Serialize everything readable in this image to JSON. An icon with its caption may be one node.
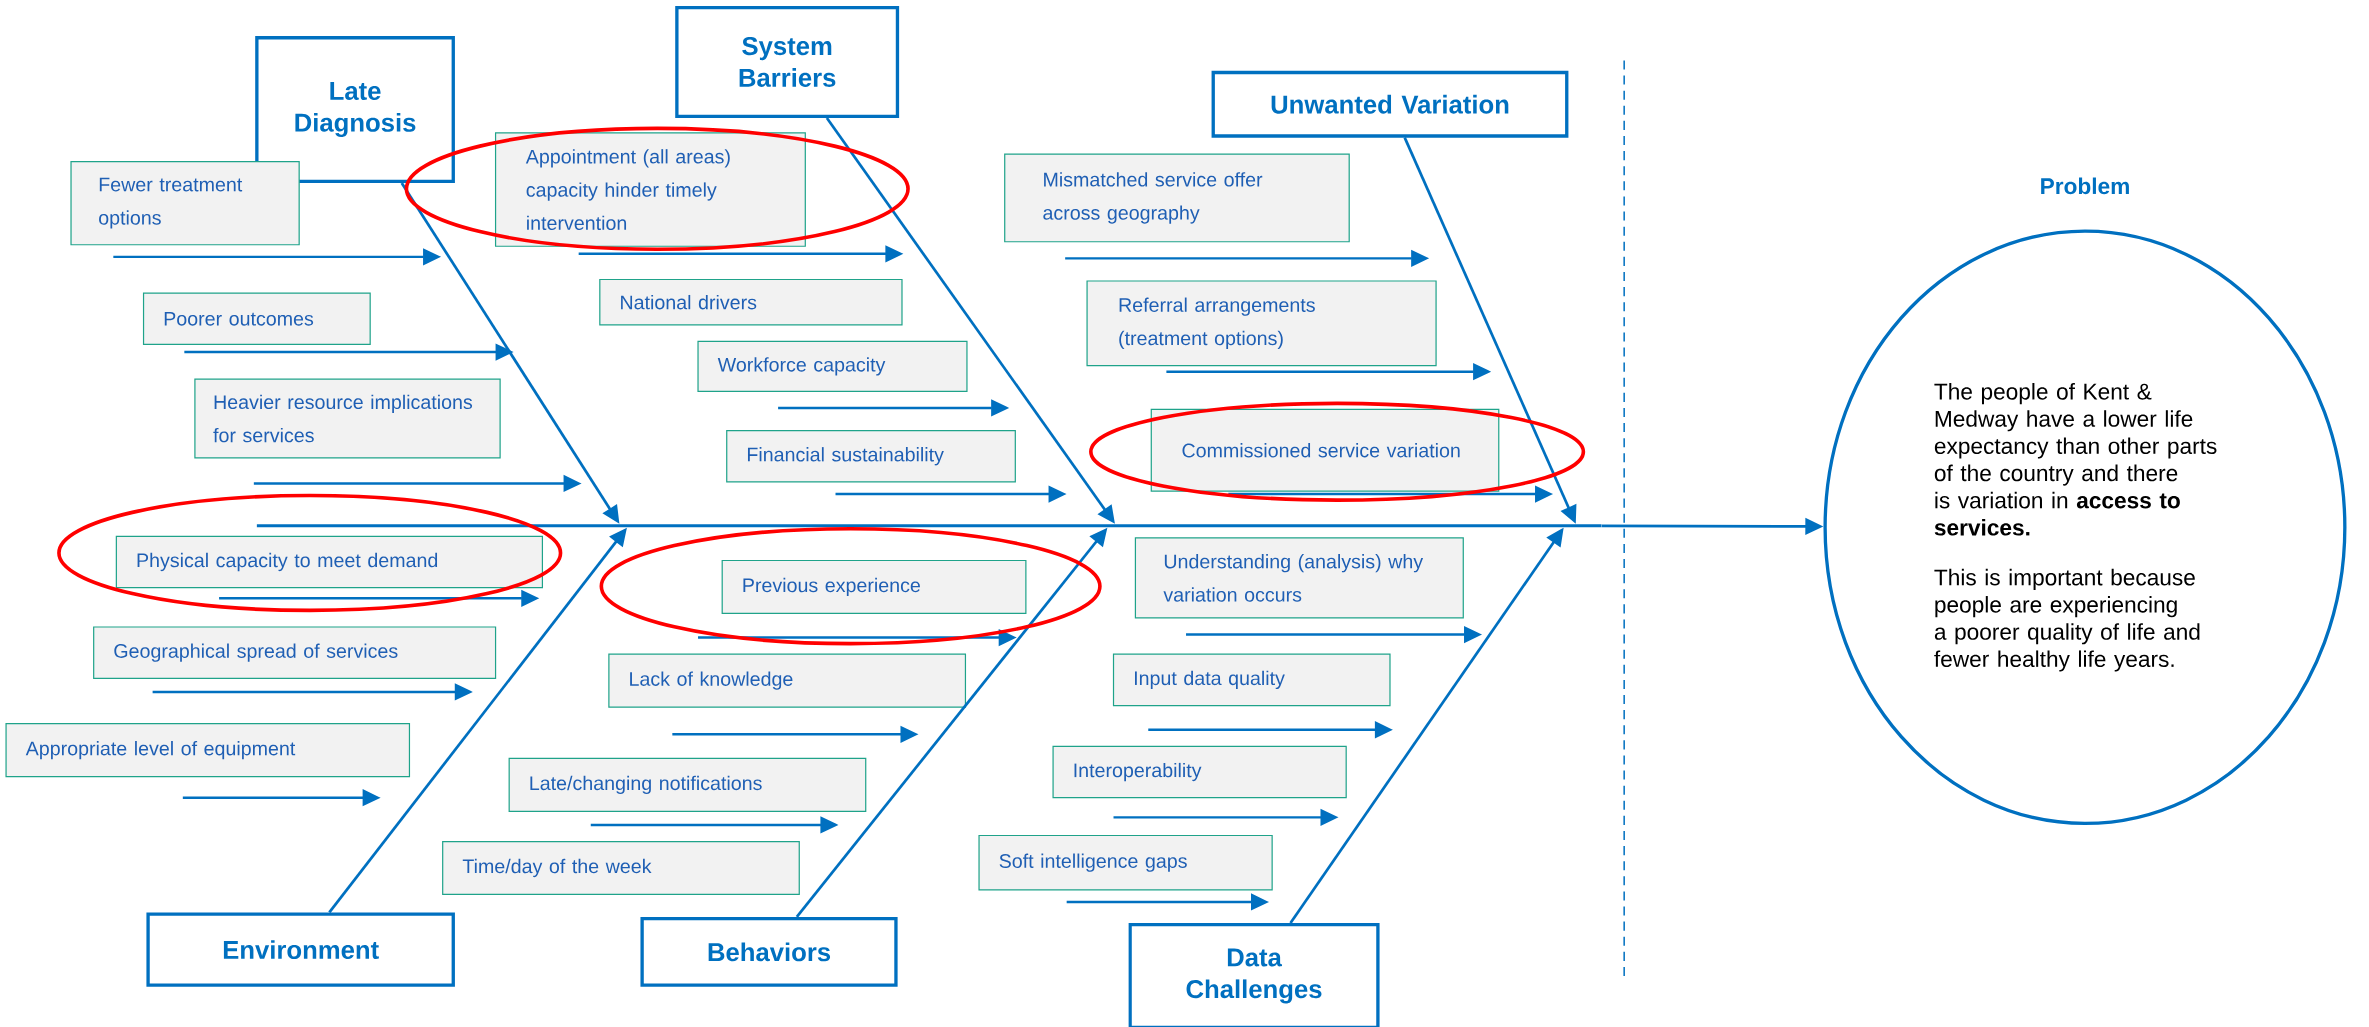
{
  "diagram": {
    "nodes": [
      {
        "text": [
          "Late Diagnosis"
        ]
      },
      {
        "text": [
          "Fewer treatment options"
        ]
      },
      {
        "text": [
          "Poorer outcomes"
        ]
      },
      {
        "text": [
          "Heavier resource implications for services"
        ]
      },
      {
        "text": [
          "System Barriers"
        ]
      },
      {
        "text": [
          "Appointment (all areas) capacity hinder timely intervention"
        ]
      },
      {
        "text": [
          "National drivers"
        ]
      },
      {
        "text": [
          "Workforce capacity"
        ]
      },
      {
        "text": [
          "Financial sustainability"
        ]
      },
      {
        "text": [
          "Unwanted Variation"
        ]
      },
      {
        "text": [
          "Mismatched service offer across geography"
        ]
      },
      {
        "text": [
          "Referral arrangements (treatment options)"
        ]
      },
      {
        "text": [
          "Commissioned service variation"
        ]
      },
      {
        "text": [
          "Environment"
        ]
      },
      {
        "text": [
          "Physical capacity to meet demand"
        ]
      },
      {
        "text": [
          "Geographical spread of services"
        ]
      },
      {
        "text": [
          "Appropriate level of equipment"
        ]
      },
      {
        "text": [
          "Behaviors"
        ]
      },
      {
        "text": [
          "Previous experience"
        ]
      },
      {
        "text": [
          "Lack of knowledge"
        ]
      },
      {
        "text": [
          "Late/changing notifications"
        ]
      },
      {
        "text": [
          "Time/day of the week"
        ]
      },
      {
        "text": [
          "Data Challenges"
        ]
      },
      {
        "text": [
          "Understanding (analysis) why variation occurs"
        ]
      },
      {
        "text": [
          "Input data quality"
        ]
      },
      {
        "text": [
          "Interoperability"
        ]
      },
      {
        "text": [
          "Soft intelligence gaps"
        ]
      },
      {
        "text": [
          "Problem",
          "The people of Kent & Medway have a lower life expectancy than other parts of the country and there is variation in **access to services.**",
          "This is important because people are experiencing a poorer quality of life and fewer healthy life years."
        ]
      },
      {
        "text": [],
        "shape": "bar"
      }
    ],
    "edges": [
      {
        "from": 0,
        "to": 28,
        "arrow": "to"
      },
      {
        "from": 4,
        "to": 28,
        "arrow": "to"
      },
      {
        "from": 9,
        "to": 28,
        "arrow": "to"
      },
      {
        "from": 13,
        "to": 28,
        "arrow": "to"
      },
      {
        "from": 17,
        "to": 28,
        "arrow": "to"
      },
      {
        "from": 22,
        "to": 28,
        "arrow": "to"
      },
      {
        "from": 28,
        "to": 27,
        "arrow": "to"
      }
    ]
  }
}
